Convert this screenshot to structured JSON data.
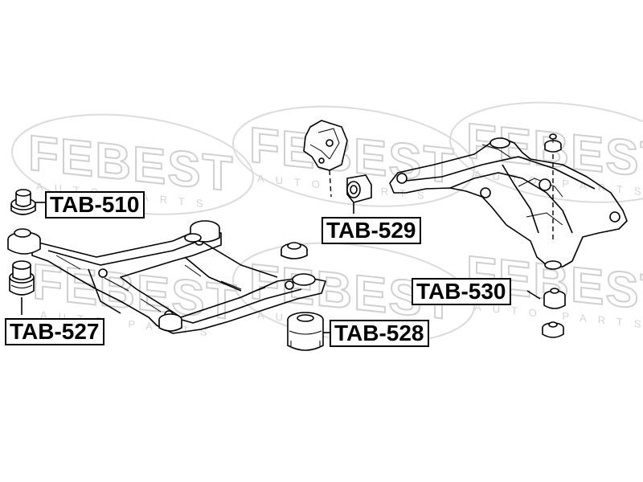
{
  "watermark": {
    "brand": "FEBEST",
    "subtitle": "AUTO PARTS"
  },
  "labels": [
    {
      "id": "tab-510",
      "text": "TAB-510"
    },
    {
      "id": "tab-527",
      "text": "TAB-527"
    },
    {
      "id": "tab-528",
      "text": "TAB-528"
    },
    {
      "id": "tab-529",
      "text": "TAB-529"
    },
    {
      "id": "tab-530",
      "text": "TAB-530"
    }
  ],
  "colors": {
    "line": "#000000",
    "watermark": "#d0d0d0",
    "background": "#ffffff"
  }
}
